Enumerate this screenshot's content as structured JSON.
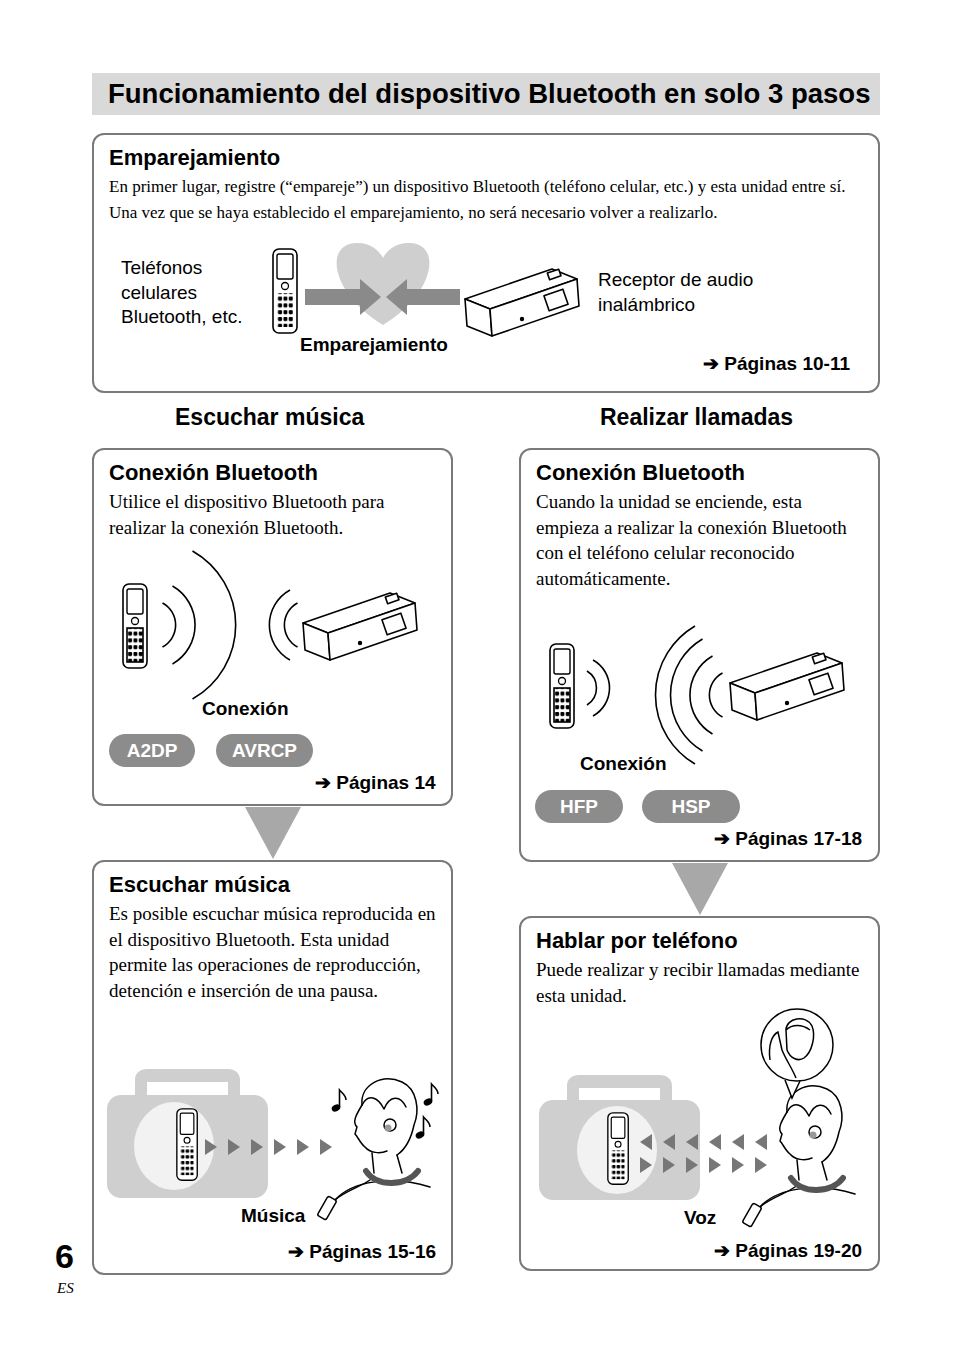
{
  "diagram": {
    "title": "Funcionamiento del dispositivo Bluetooth en solo 3 pasos",
    "nodes": [
      {
        "text": [
          "Emparejamiento",
          "En primer lugar, registre (“empareje”) un dispositivo Bluetooth (teléfono celular, etc.) y esta unidad entre sí. Una vez que se haya establecido el emparejamiento, no será necesario volver a realizarlo."
        ]
      },
      {
        "text": [
          "Conexión Bluetooth",
          "Utilice el dispositivo Bluetooth para realizar la conexión Bluetooth."
        ]
      },
      {
        "text": [
          "A2DP"
        ],
        "in": 1
      },
      {
        "text": [
          "AVRCP"
        ],
        "in": 1
      },
      {
        "text": [
          "Conexión Bluetooth",
          "Cuando la unidad se enciende, esta empieza a realizar la conexión Bluetooth con el teléfono celular reconocido automáticamente."
        ]
      },
      {
        "text": [
          "HFP"
        ],
        "in": 4
      },
      {
        "text": [
          "HSP"
        ],
        "in": 4
      },
      {
        "text": [
          "Escuchar música",
          "Es posible escuchar música reproducida en el dispositivo Bluetooth. Esta unidad permite las operaciones de reproducción, detención e inserción de una pausa."
        ]
      },
      {
        "text": [
          "Hablar por teléfono",
          "Puede realizar y recibir llamadas mediante esta unidad."
        ]
      }
    ],
    "edges": [
      {
        "from": 1,
        "to": 7,
        "arrow": "to"
      },
      {
        "from": 4,
        "to": 8,
        "arrow": "to"
      }
    ],
    "labels": [
      "Escuchar música",
      "Realizar llamadas",
      "Teléfonos celulares Bluetooth, etc.",
      "Emparejamiento",
      "Receptor de audio inalámbrico",
      "➔ Páginas 10-11",
      "Conexión",
      "➔ Páginas 14",
      "Conexión",
      "➔ Páginas 17-18",
      "Música",
      "➔ Páginas 15-16",
      "Voz",
      "➔ Páginas 19-20",
      "6",
      "ES"
    ]
  }
}
